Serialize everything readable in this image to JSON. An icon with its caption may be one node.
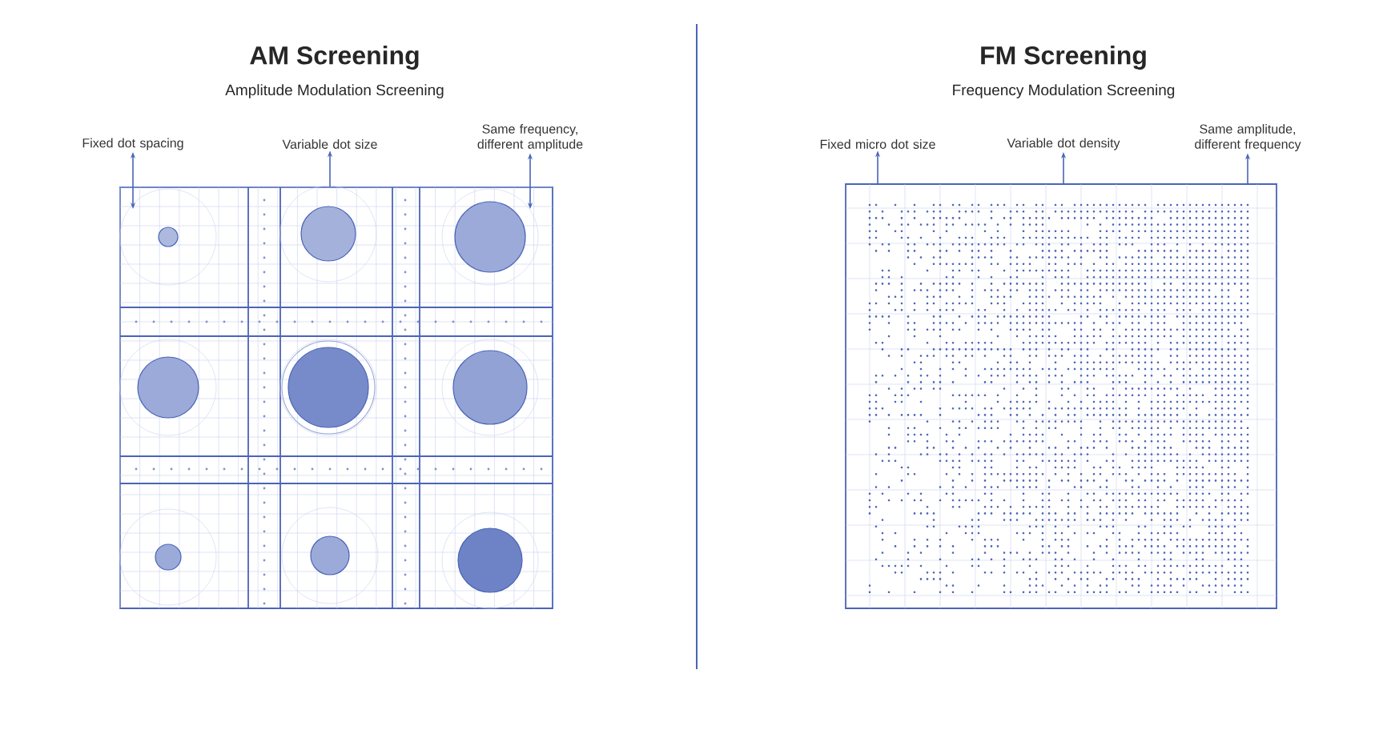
{
  "diagram": {
    "nodes": [
      {
        "text": [],
        "shape": "picture"
      },
      {
        "text": [
          "Fixed dot spacing"
        ]
      },
      {
        "text": [
          "Variable dot size"
        ]
      },
      {
        "text": [
          "Same frequency, different amplitude"
        ]
      },
      {
        "text": [],
        "shape": "picture"
      },
      {
        "text": [
          "Fixed micro dot size"
        ]
      },
      {
        "text": [
          "Variable dot density"
        ]
      },
      {
        "text": [
          "Same amplitude, different frequency"
        ]
      }
    ],
    "edges": [
      {
        "from": 0,
        "to": 1,
        "arrow": "both"
      },
      {
        "from": 0,
        "to": 2,
        "arrow": "to"
      },
      {
        "from": 0,
        "to": 3,
        "arrow": "both"
      },
      {
        "from": 4,
        "to": 5,
        "arrow": "to"
      },
      {
        "from": 4,
        "to": 6,
        "arrow": "to"
      },
      {
        "from": 4,
        "to": 7,
        "arrow": "to"
      }
    ],
    "labels": [
      "AM Screening",
      "Amplitude Modulation Screening",
      "FM Screening",
      "Frequency Modulation Screening"
    ]
  }
}
